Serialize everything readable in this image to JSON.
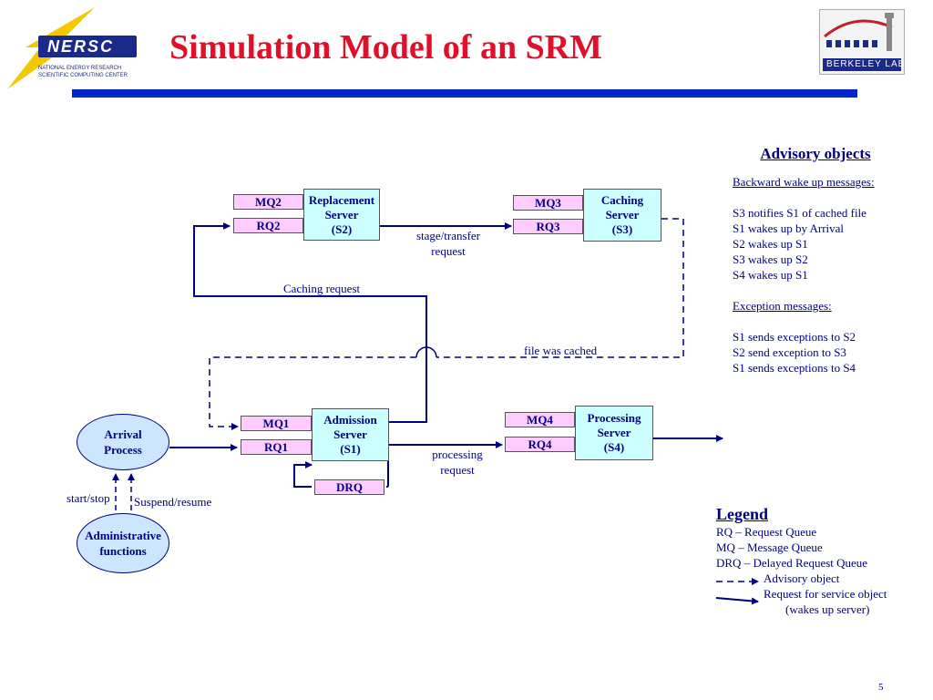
{
  "header": {
    "title": "Simulation Model of an SRM",
    "nersc_logo_text": "NERSC",
    "nersc_subtext_1": "NATIONAL ENERGY RESEARCH",
    "nersc_subtext_2": "SCIENTIFIC COMPUTING CENTER",
    "berkeley_logo_text": "BERKELEY LAB"
  },
  "colors": {
    "title": "#e0102a",
    "banner": "#0025c8",
    "text": "#000080",
    "queue_fill": "#ffccff",
    "server_fill": "#ccffff",
    "process_fill": "#cce6ff"
  },
  "queues": {
    "mq2": "MQ2",
    "rq2": "RQ2",
    "mq3": "MQ3",
    "rq3": "RQ3",
    "mq1": "MQ1",
    "rq1": "RQ1",
    "mq4": "MQ4",
    "rq4": "RQ4",
    "drq": "DRQ"
  },
  "servers": {
    "s2": [
      "Replacement",
      "Server",
      "(S2)"
    ],
    "s3": [
      "Caching",
      "Server",
      "(S3)"
    ],
    "s1": [
      "Admission",
      "Server",
      "(S1)"
    ],
    "s4": [
      "Processing",
      "Server",
      "(S4)"
    ]
  },
  "processes": {
    "arrival": [
      "Arrival",
      "Process"
    ],
    "admin": [
      "Administrative",
      "functions"
    ]
  },
  "flow_labels": {
    "stage_transfer": [
      "stage/transfer",
      "request"
    ],
    "caching_request": "Caching request",
    "file_was_cached": "file was cached",
    "processing_request": [
      "processing",
      "request"
    ],
    "start_stop": "start/stop",
    "suspend_resume": "Suspend/resume"
  },
  "advisory": {
    "heading": "Advisory objects",
    "backward_heading": "Backward wake up messages:",
    "backward_items": [
      "S3 notifies S1 of cached file",
      "S1 wakes up by Arrival",
      "S2 wakes up S1",
      "S3 wakes up S2",
      "S4 wakes up S1"
    ],
    "exception_heading": "Exception messages:",
    "exception_items": [
      "S1 sends exceptions to S2",
      "S2 send exception to S3",
      "S1 sends exceptions to S4"
    ]
  },
  "legend": {
    "heading": "Legend",
    "rq": "RQ – Request Queue",
    "mq": "MQ – Message Queue",
    "drq": "DRQ – Delayed Request Queue",
    "advisory_object": "Advisory object",
    "request_object": "Request for service object",
    "request_object_note": "(wakes up server)"
  },
  "page_number": "5"
}
